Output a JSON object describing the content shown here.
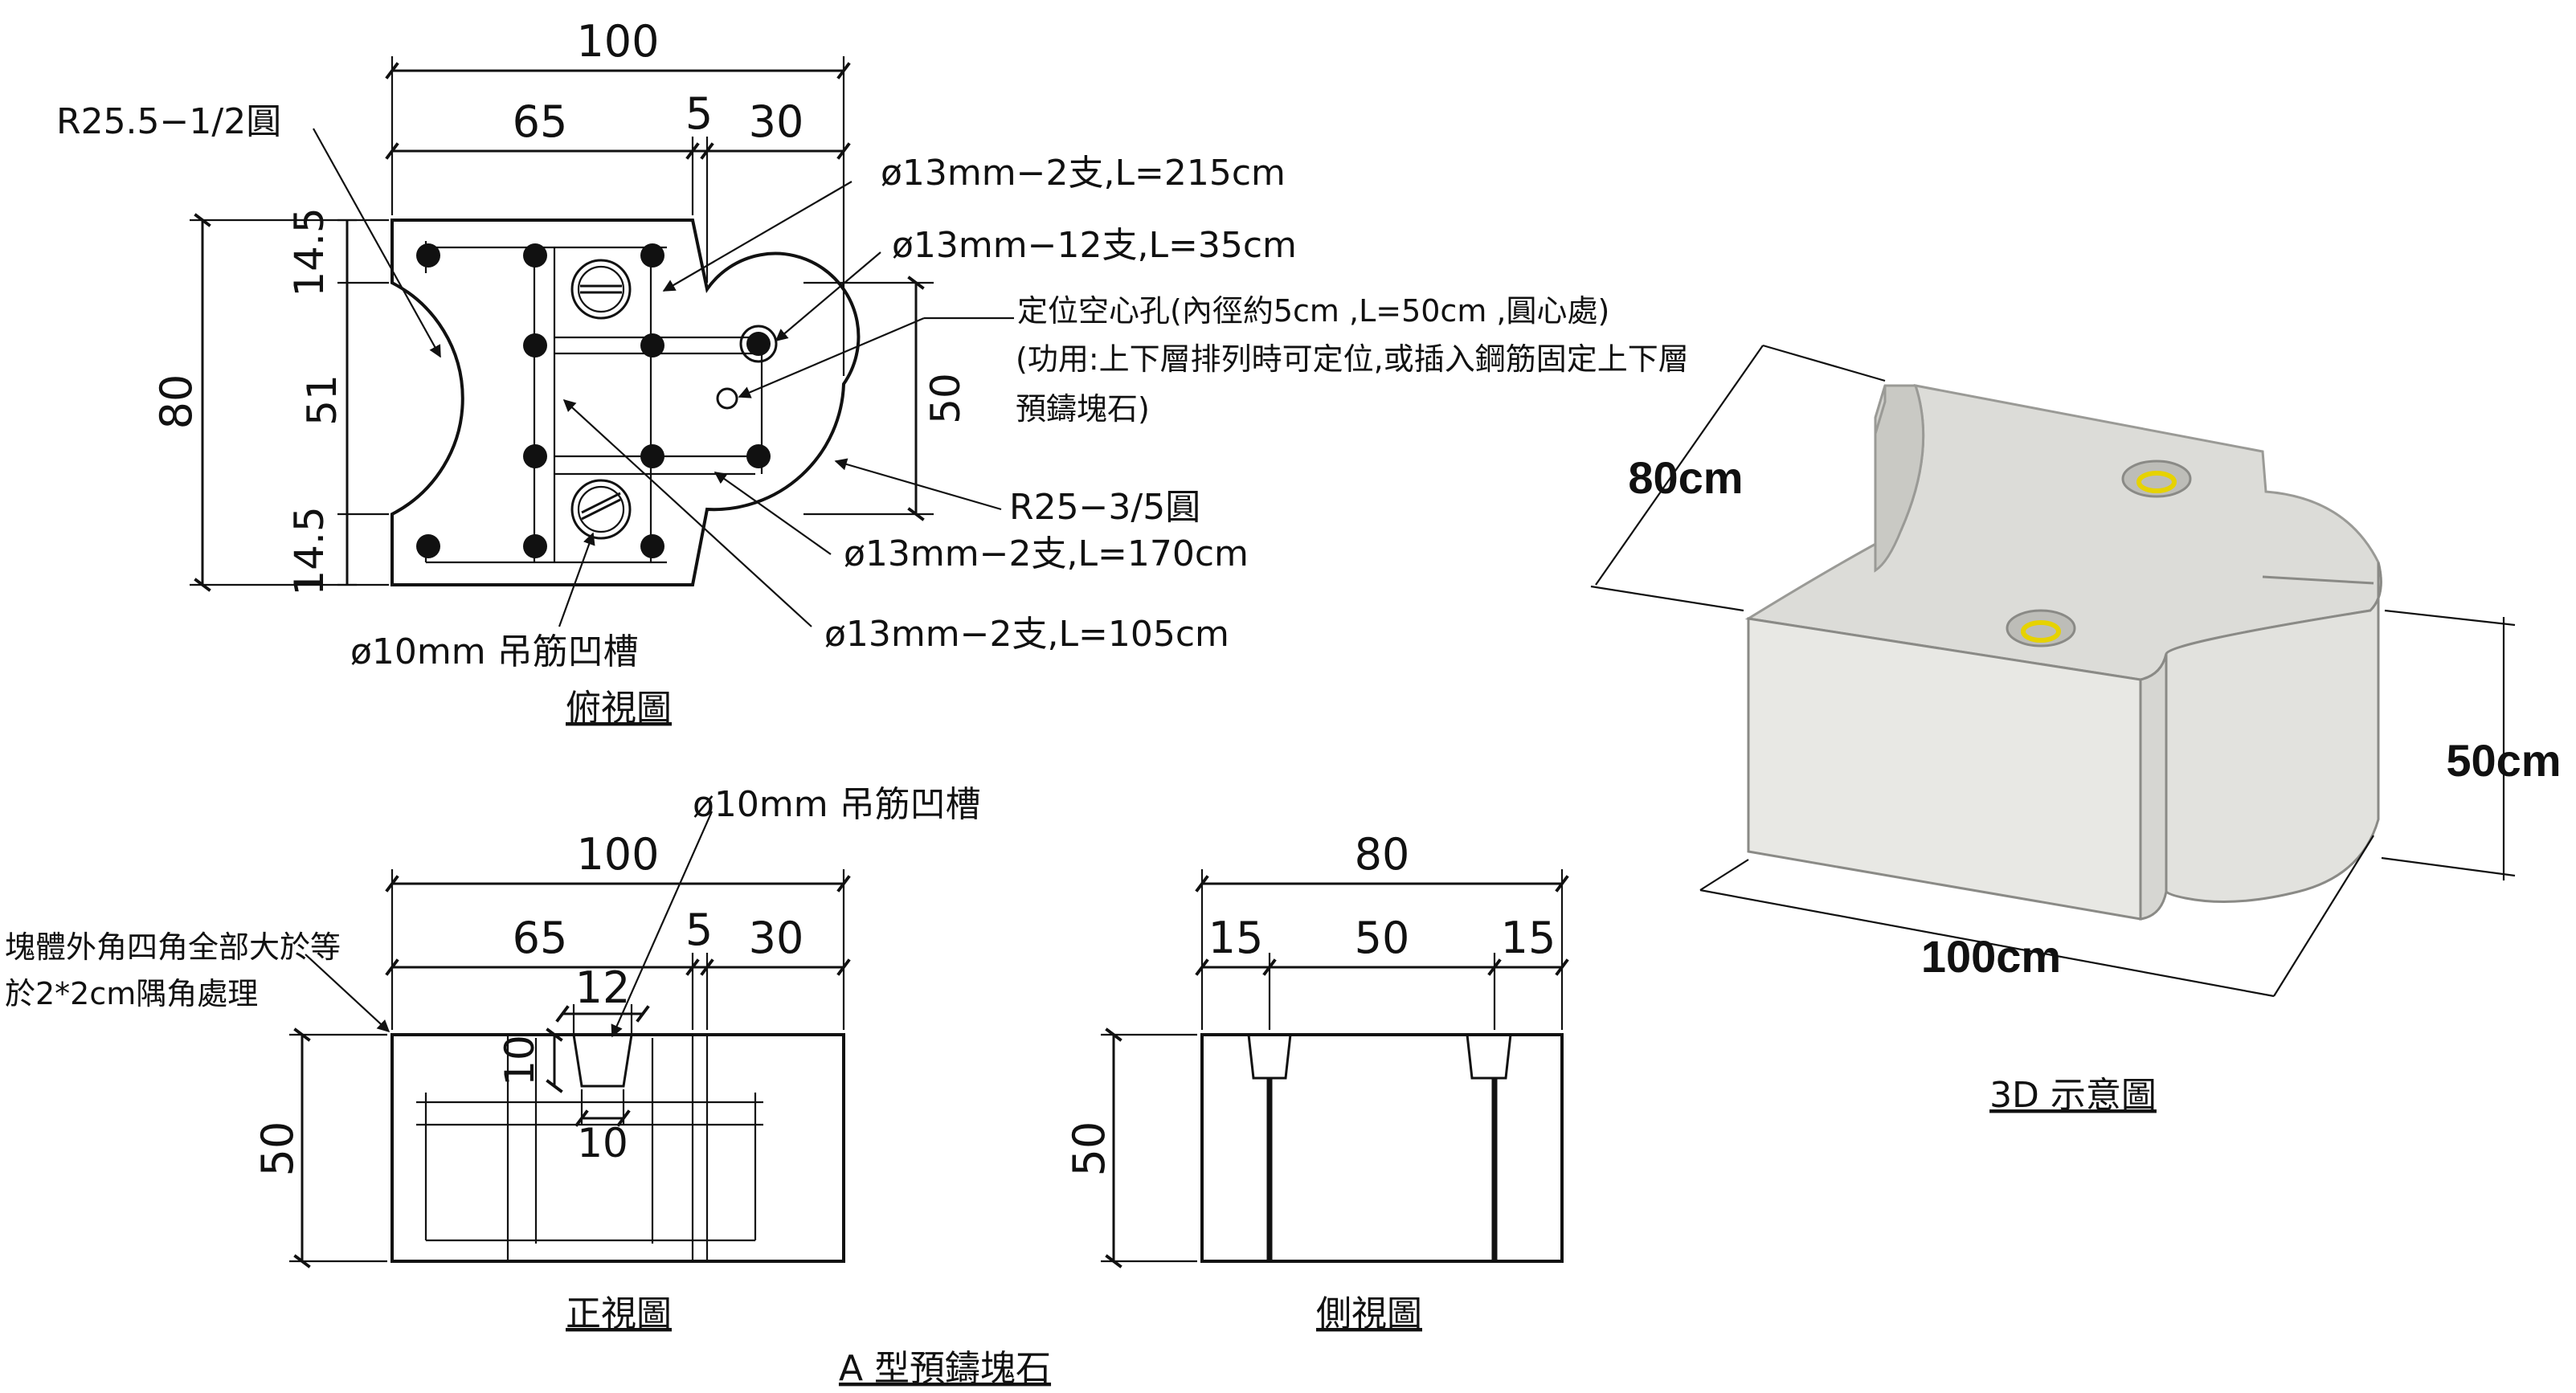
{
  "title": "A 型預鑄塊石",
  "top_view": {
    "caption": "俯視圖",
    "dim_total": "100",
    "dim_65": "65",
    "dim_5": "5",
    "dim_30": "30",
    "dim_80": "80",
    "dim_14_5_top": "14.5",
    "dim_51": "51",
    "dim_14_5_bottom": "14.5",
    "dim_50": "50",
    "label_r25_5": "R25.5−1/2圓",
    "label_rebar_215": "ø13mm−2支,L=215cm",
    "label_rebar_35": "ø13mm−12支,L=35cm",
    "label_hole_line1": "定位空心孔(內徑約5cm ,L=50cm ,圓心處)",
    "label_hole_line2": "(功用:上下層排列時可定位,或插入鋼筋固定上下層",
    "label_hole_line3": "預鑄塊石)",
    "label_r25_3": "R25−3/5圓",
    "label_rebar_170": "ø13mm−2支,L=170cm",
    "label_rebar_105": "ø13mm−2支,L=105cm",
    "label_lift": "ø10mm 吊筋凹槽"
  },
  "front_view": {
    "caption": "正視圖",
    "label_lift": "ø10mm 吊筋凹槽",
    "dim_total": "100",
    "dim_65": "65",
    "dim_5": "5",
    "dim_30": "30",
    "dim_12": "12",
    "dim_10a": "10",
    "dim_10b": "10",
    "dim_50": "50",
    "note_line1": "塊體外角四角全部大於等",
    "note_line2": "於2*2cm隅角處理"
  },
  "side_view": {
    "caption": "側視圖",
    "dim_total": "80",
    "dim_15a": "15",
    "dim_50w": "50",
    "dim_15b": "15",
    "dim_50h": "50"
  },
  "view_3d": {
    "caption": "3D 示意圖",
    "dim_80": "80cm",
    "dim_50": "50cm",
    "dim_100": "100cm"
  },
  "colors": {
    "concrete_top": "#dcdcd8",
    "concrete_front": "#e8e8e4",
    "concrete_shade": "#c9c9c4",
    "hole_ring": "#e6d200"
  }
}
